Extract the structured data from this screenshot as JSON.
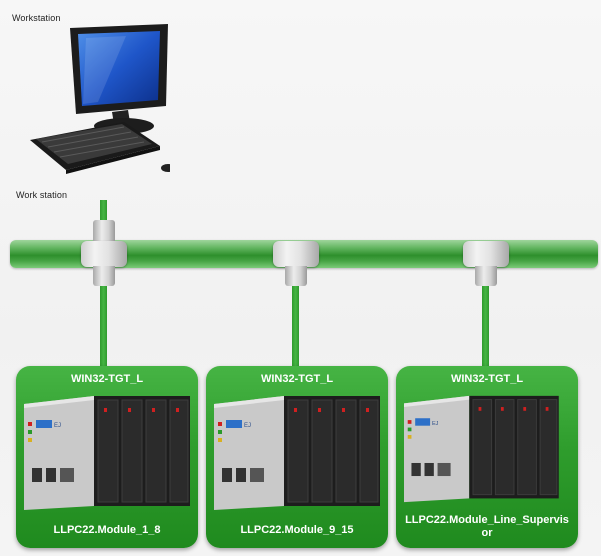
{
  "labels": {
    "top_workstation": "Workstation",
    "bus_workstation": "Work station"
  },
  "nodes": [
    {
      "target": "WIN32-TGT_L",
      "module": "LLPC22.Module_1_8",
      "panel_badge": "EJ"
    },
    {
      "target": "WIN32-TGT_L",
      "module": "LLPC22.Module_9_15",
      "panel_badge": "EJ"
    },
    {
      "target": "WIN32-TGT_L",
      "module": "LLPC22.Module_Line_Supervisor",
      "panel_badge": "EJ"
    }
  ],
  "colors": {
    "network_green": "#2f9d2d",
    "panel_text": "#ffffff"
  },
  "icons": [
    "monitor-icon",
    "keyboard-icon",
    "plc-rack-icon",
    "pipe-tee-connector-icon"
  ]
}
